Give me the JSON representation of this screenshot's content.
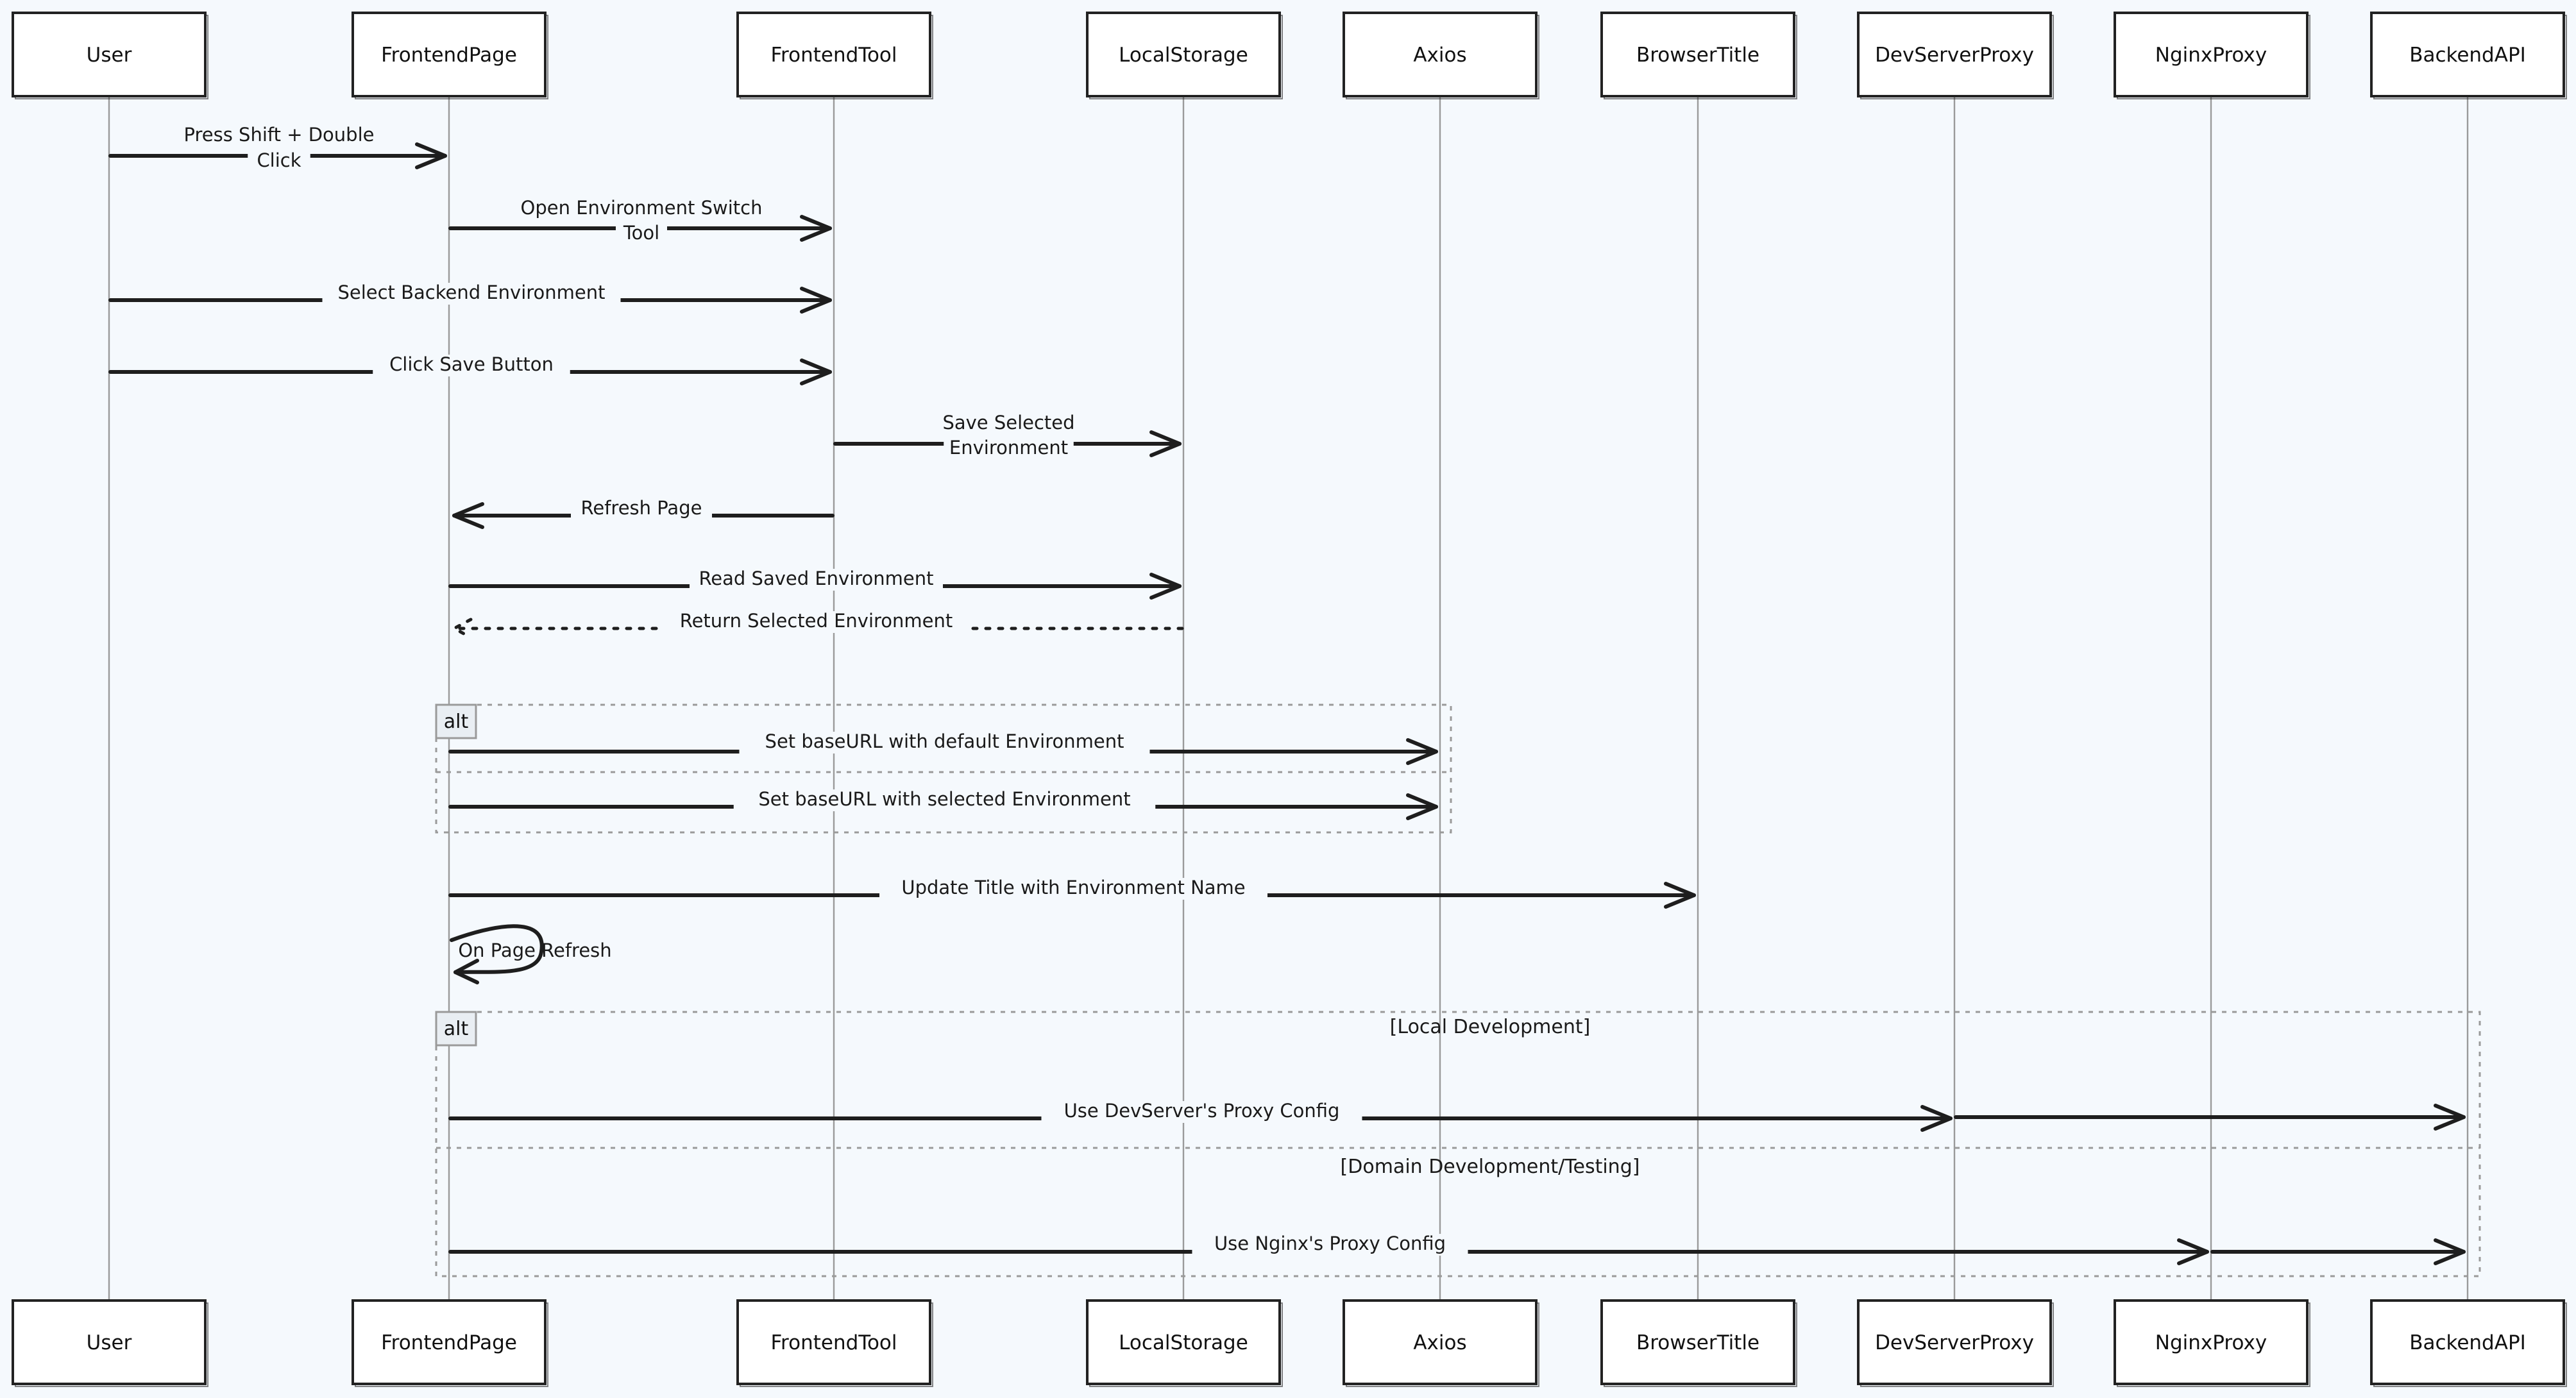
{
  "participants": [
    {
      "id": "user",
      "label": "User"
    },
    {
      "id": "frontendpage",
      "label": "FrontendPage"
    },
    {
      "id": "frontendtool",
      "label": "FrontendTool"
    },
    {
      "id": "localstorage",
      "label": "LocalStorage"
    },
    {
      "id": "axios",
      "label": "Axios"
    },
    {
      "id": "browsertitle",
      "label": "BrowserTitle"
    },
    {
      "id": "devserverproxy",
      "label": "DevServerProxy"
    },
    {
      "id": "nginxproxy",
      "label": "NginxProxy"
    },
    {
      "id": "backendapi",
      "label": "BackendAPI"
    }
  ],
  "messages": [
    {
      "from": 0,
      "to": 1,
      "lines": [
        "Press Shift + Double",
        "Click"
      ],
      "style": "solid"
    },
    {
      "from": 1,
      "to": 2,
      "lines": [
        "Open Environment Switch",
        "Tool"
      ],
      "style": "solid"
    },
    {
      "from": 0,
      "to": 2,
      "lines": [
        "Select Backend Environment"
      ],
      "style": "solid"
    },
    {
      "from": 0,
      "to": 2,
      "lines": [
        "Click Save Button"
      ],
      "style": "solid"
    },
    {
      "from": 2,
      "to": 3,
      "lines": [
        "Save Selected",
        "Environment"
      ],
      "style": "solid"
    },
    {
      "from": 2,
      "to": 1,
      "lines": [
        "Refresh Page"
      ],
      "style": "solid"
    },
    {
      "from": 1,
      "to": 3,
      "lines": [
        "Read Saved Environment"
      ],
      "style": "solid"
    },
    {
      "from": 3,
      "to": 1,
      "lines": [
        "Return Selected Environment"
      ],
      "style": "dotted"
    },
    {
      "from": 1,
      "to": 4,
      "lines": [
        "Set baseURL with default Environment"
      ],
      "style": "solid"
    },
    {
      "from": 1,
      "to": 4,
      "lines": [
        "Set baseURL with selected Environment"
      ],
      "style": "solid"
    },
    {
      "from": 1,
      "to": 5,
      "lines": [
        "Update Title with Environment Name"
      ],
      "style": "solid"
    },
    {
      "from": 1,
      "to": 1,
      "lines": [
        "On Page Refresh"
      ],
      "style": "self"
    },
    {
      "from": 1,
      "to": 6,
      "lines": [
        "Use DevServer's Proxy Config"
      ],
      "style": "solid"
    },
    {
      "from": 6,
      "to": 8,
      "lines": [
        ""
      ],
      "style": "solid"
    },
    {
      "from": 1,
      "to": 7,
      "lines": [
        "Use Nginx's Proxy Config"
      ],
      "style": "solid"
    },
    {
      "from": 7,
      "to": 8,
      "lines": [
        ""
      ],
      "style": "solid"
    }
  ],
  "fragments": [
    {
      "type": "alt",
      "conditions": [
        "",
        ""
      ]
    },
    {
      "type": "alt",
      "conditions": [
        "[Local Development]",
        "[Domain Development/Testing]"
      ]
    }
  ]
}
